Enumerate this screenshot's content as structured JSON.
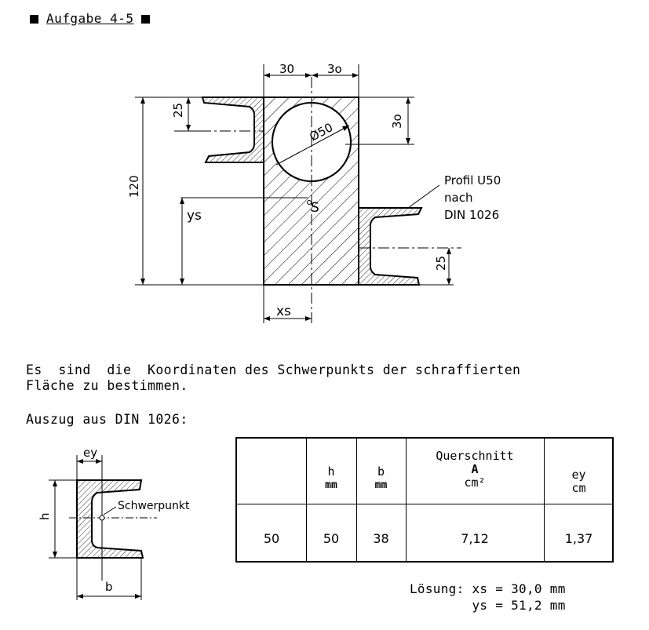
{
  "header": {
    "title": "Aufgabe 4-5"
  },
  "drawing": {
    "dim_30_left": "30",
    "dim_30_right": "3o",
    "dim_25_top": "25",
    "dim_30_side": "3o",
    "dim_diameter": "Ø50",
    "dim_120": "120",
    "label_ys": "ys",
    "label_s": "S",
    "label_xs": "xs",
    "dim_25_bottom": "25",
    "profile_line1": "Profil U50",
    "profile_line2": "nach",
    "profile_line3": "DIN 1026"
  },
  "task": {
    "line1": "Es  sind  die  Koordinaten des Schwerpunkts der schraffierten",
    "line2": "Fläche zu bestimmen."
  },
  "excerpt": {
    "label": "Auszug aus DIN 1026:"
  },
  "small_figure": {
    "ey": "ey",
    "h": "h",
    "b": "b",
    "schwerpunkt": "Schwerpunkt"
  },
  "table": {
    "header": {
      "h": "h",
      "h_unit": "mm",
      "b": "b",
      "b_unit": "mm",
      "q": "Querschnitt",
      "q_sym": "A",
      "q_unit": "cm²",
      "ey": "ey",
      "ey_unit": "cm"
    },
    "row": [
      "50",
      "50",
      "38",
      "7,12",
      "1,37"
    ]
  },
  "solution": {
    "line1": "Lösung: xs = 30,0 mm",
    "line2": "        ys = 51,2 mm"
  }
}
